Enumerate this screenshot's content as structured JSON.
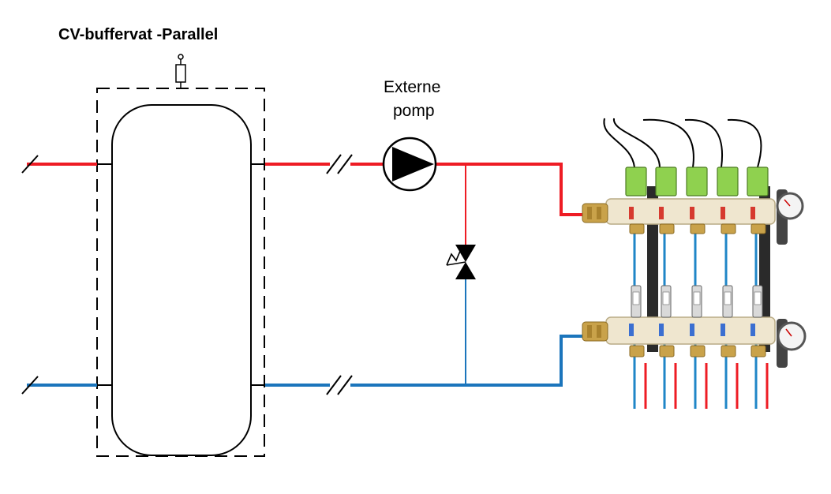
{
  "title": "CV-buffervat -Parallel",
  "pump_label": {
    "line1": "Externe",
    "line2": "pomp"
  },
  "colors": {
    "supply": "#ee1c24",
    "return": "#1b75bc",
    "manifold_blue_pipe": "#1f86c7",
    "actuator": "#8fd14f",
    "brass": "#c9a24a",
    "bar_body": "#efe6cf",
    "bracket": "#2a2a2a",
    "outline": "#000000"
  },
  "icons": {
    "air_vent": "air-vent-icon",
    "pump": "pump-icon",
    "bypass_valve": "pressure-bypass-valve-icon",
    "gauge": "pressure-gauge-icon"
  },
  "manifold": {
    "groups": 5
  }
}
